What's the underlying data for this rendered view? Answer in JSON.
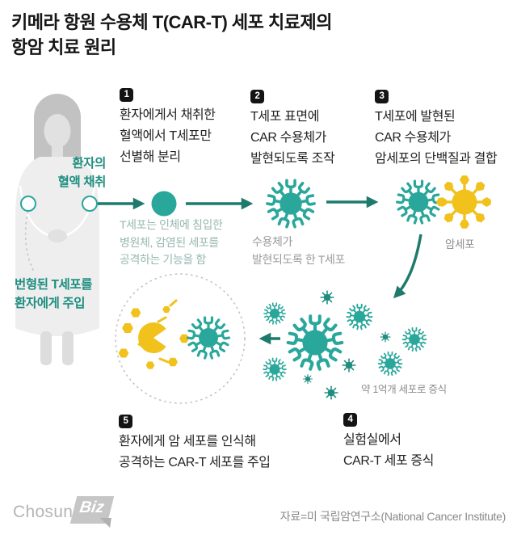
{
  "title": {
    "line1": "키메라 항원 수용체 T(CAR-T) 세포 치료제의",
    "line2": "항암 치료 원리"
  },
  "steps": [
    {
      "num": "1",
      "lines": [
        "환자에게서 채취한",
        "혈액에서 T세포만",
        "선별해 분리"
      ]
    },
    {
      "num": "2",
      "lines": [
        "T세포 표면에",
        "CAR 수용체가",
        "발현되도록 조작"
      ]
    },
    {
      "num": "3",
      "lines": [
        "T세포에 발현된",
        "CAR 수용체가",
        "암세포의 단백질과 결합"
      ]
    },
    {
      "num": "4",
      "lines": [
        "실험실에서",
        "CAR-T 세포 증식"
      ]
    },
    {
      "num": "5",
      "lines": [
        "환자에게 암 세포를 인식해",
        "공격하는 CAR-T 세포를 주입"
      ]
    }
  ],
  "labels": {
    "blood_draw": {
      "line1": "환자의",
      "line2": "혈액 채취"
    },
    "inject": {
      "line1": "번형된 T세포를",
      "line2": "환자에게 주입"
    },
    "tcell_note": [
      "T세포는 인체에 침입한",
      "병원체, 감염된 세포를",
      "공격하는 기능을 함"
    ],
    "receptor_note": [
      "수용체가",
      "발현되도록 한 T세포"
    ],
    "cancer_cell": "암세포",
    "proliferation": "약 1억개 세포로 증식"
  },
  "footer": {
    "logo_chosun": "Chosun",
    "logo_biz": "Biz",
    "source": "자료=미 국립암연구소(National Cancer Institute)"
  },
  "colors": {
    "teal": "#2aa79b",
    "teal_dark": "#1e7a6d",
    "teal_label": "#1f8e80",
    "yellow": "#f1c11c",
    "note_teal": "#97b8b1",
    "note_gray": "#9a9a9a"
  }
}
